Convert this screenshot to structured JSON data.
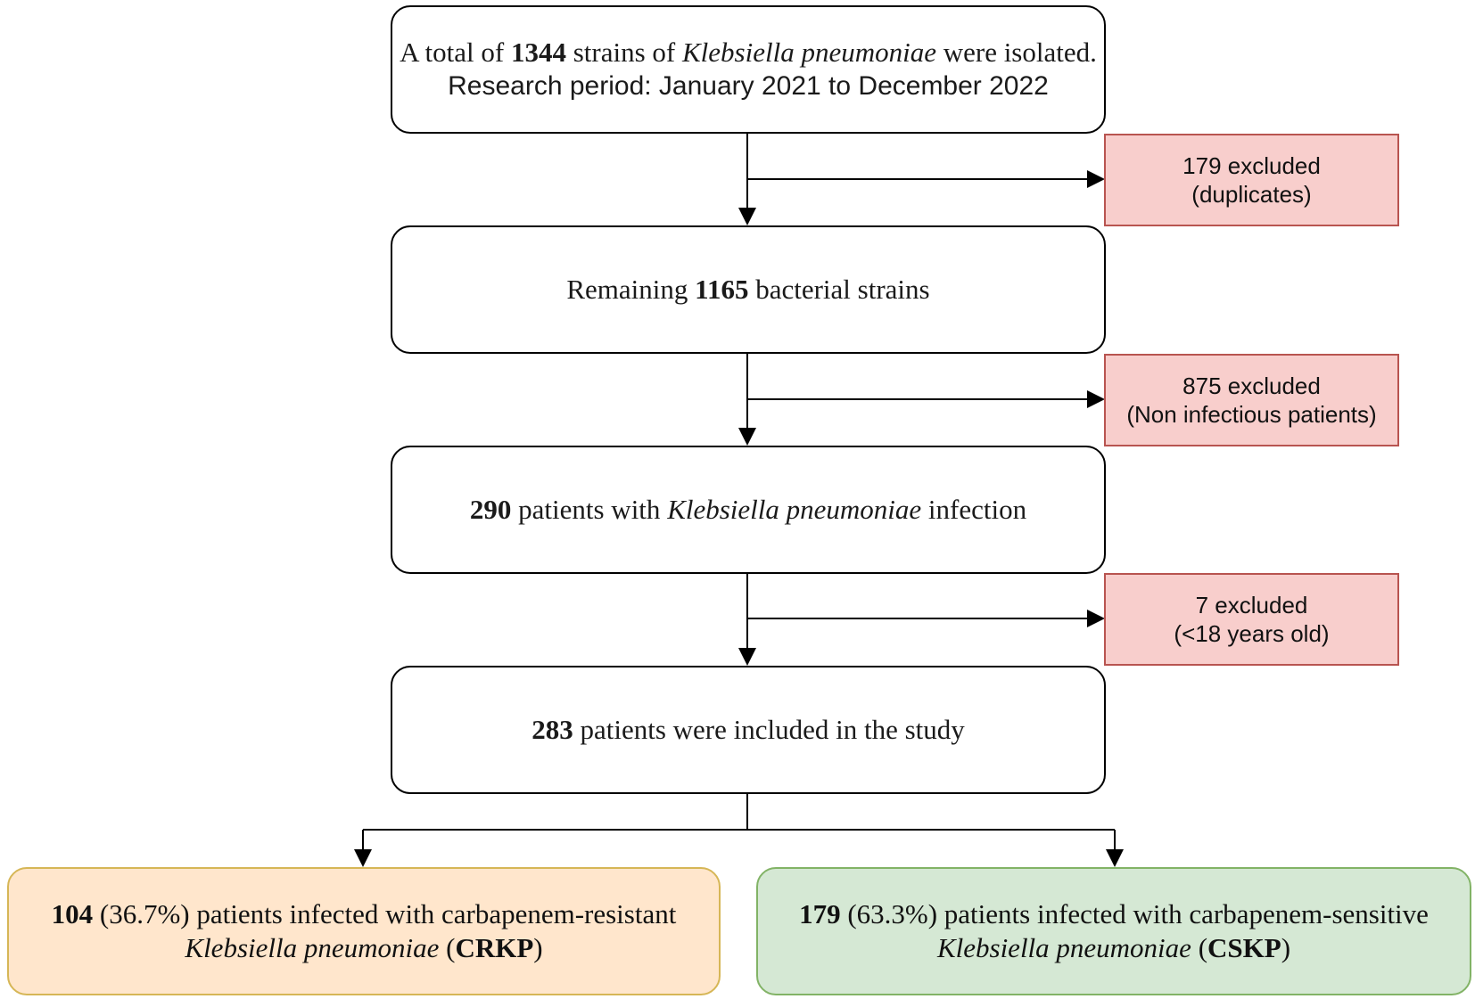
{
  "flowchart": {
    "step1": {
      "prefix": "A total of ",
      "count": "1344",
      "middle": " strains of ",
      "organism": "Klebsiella pneumoniae",
      "suffix": " were isolated.",
      "period": "Research period: January 2021 to December 2022"
    },
    "exclusion1": {
      "count_text": "179 excluded",
      "reason": "(duplicates)"
    },
    "step2": {
      "prefix": "Remaining ",
      "count": "1165",
      "suffix": " bacterial strains"
    },
    "exclusion2": {
      "count_text": "875 excluded",
      "reason": "(Non infectious patients)"
    },
    "step3": {
      "count": "290",
      "middle": " patients with ",
      "organism": "Klebsiella pneumoniae",
      "suffix": " infection"
    },
    "exclusion3": {
      "count_text": "7 excluded",
      "reason": "(<18 years old)"
    },
    "step4": {
      "count": "283",
      "suffix": " patients were included in the study"
    },
    "outcome_crkp": {
      "count": "104",
      "detail": " (36.7%) patients infected with carbapenem-resistant",
      "organism": "Klebsiella pneumoniae",
      "open_paren": " (",
      "abbr": "CRKP",
      "close_paren": ")"
    },
    "outcome_cskp": {
      "count": "179",
      "detail": " (63.3%) patients infected with carbapenem-sensitive",
      "organism": "Klebsiella pneumoniae",
      "open_paren": " (",
      "abbr": "CSKP",
      "close_paren": ")"
    }
  },
  "colors": {
    "exclusion_fill": "#f8cecc",
    "exclusion_border": "#b85450",
    "resistant_fill": "#ffe6cc",
    "resistant_border": "#d6b656",
    "sensitive_fill": "#d5e8d4",
    "sensitive_border": "#82b366"
  }
}
